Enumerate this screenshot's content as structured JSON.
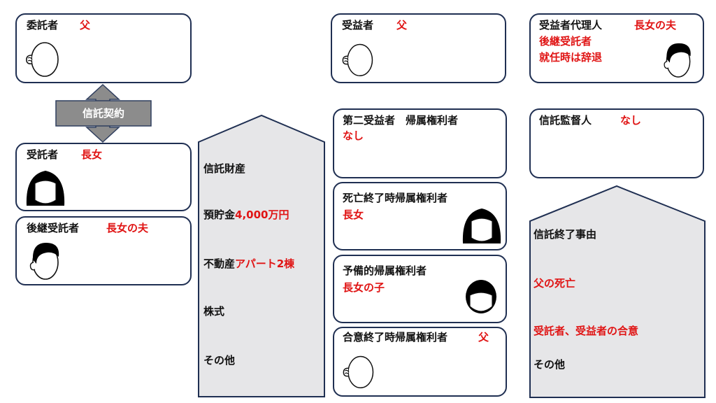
{
  "settlor": {
    "role": "委託者",
    "person": "父"
  },
  "trustee": {
    "role": "受託者",
    "person": "長女"
  },
  "successor_trustee": {
    "role": "後継受託者",
    "person": "長女の夫"
  },
  "trust_contract_label": "信託契約",
  "trust_property": {
    "heading": "信託財産",
    "savings_prefix": "預貯金",
    "savings_value": "4,000万円",
    "realestate_prefix": "不動産",
    "realestate_value": "アパート2棟",
    "stocks": "株式",
    "other": "その他"
  },
  "beneficiary": {
    "role": "受益者",
    "person": "父"
  },
  "second_beneficiary": {
    "role": "第二受益者　帰属権利者",
    "value": "なし"
  },
  "death_residual": {
    "role": "死亡終了時帰属権利者",
    "person": "長女"
  },
  "reserve_residual": {
    "role": "予備的帰属権利者",
    "person": "長女の子"
  },
  "agreement_residual": {
    "role": "合意終了時帰属権利者",
    "person": "父"
  },
  "beneficiary_agent": {
    "role": "受益者代理人",
    "person": "長女の夫",
    "line2": "後継受託者",
    "line3": "就任時は辞退"
  },
  "trust_supervisor": {
    "role": "信託監督人",
    "value": "なし"
  },
  "termination": {
    "heading": "信託終了事由",
    "reason1": "父の死亡",
    "reason2": "受託者、受益者の合意",
    "reason3": "その他"
  },
  "colors": {
    "border": "#1f2f52",
    "accent": "#e01414",
    "house_fill": "#e6e6e8",
    "arrow": "#8c8c8c"
  }
}
